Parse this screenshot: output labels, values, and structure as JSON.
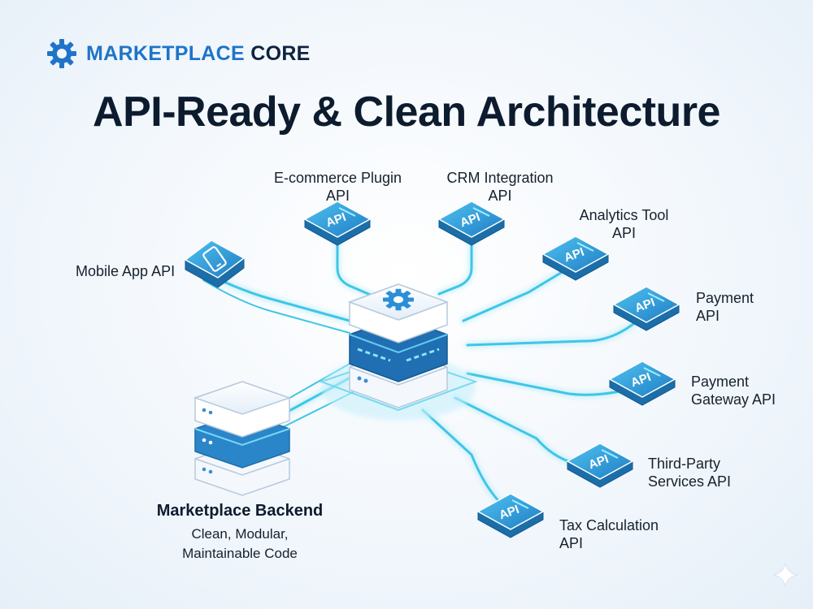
{
  "brand": {
    "word1": "MARKETPLACE",
    "word2": "CORE",
    "icon": "gear-icon"
  },
  "title": "API-Ready & Clean Architecture",
  "hub": {
    "icon": "gear-icon"
  },
  "api_badge": "API",
  "endpoints": {
    "ecommerce": "E-commerce Plugin\nAPI",
    "crm": "CRM Integration\nAPI",
    "analytics": "Analytics Tool\nAPI",
    "payment": "Payment\nAPI",
    "gateway": "Payment\nGateway API",
    "third_party": "Third-Party\nServices API",
    "tax": "Tax Calculation\nAPI",
    "mobile": "Mobile App API"
  },
  "backend": {
    "title": "Marketplace Backend",
    "subtitle": "Clean, Modular,\nMaintainable Code"
  },
  "colors": {
    "accent": "#1f74c8",
    "connector": "#3fc6e6",
    "node_top": "#ffffff",
    "node_side": "#1b6ea8"
  }
}
